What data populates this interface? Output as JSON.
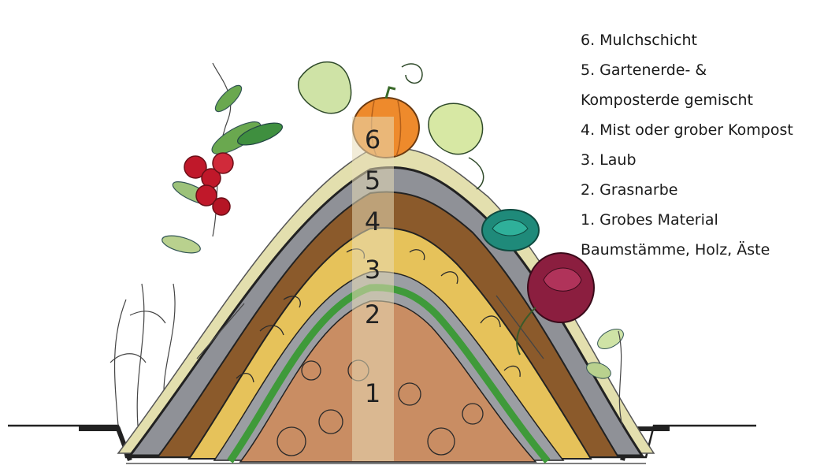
{
  "legend": {
    "items": [
      "6. Mulchschicht",
      "5. Gartenerde- &",
      "Komposterde gemischt",
      "4. Mist oder grober Kompost",
      "3. Laub",
      "2. Grasnarbe",
      "1. Grobes Material",
      "Baumstämme, Holz, Äste"
    ]
  },
  "layers": {
    "numbers": [
      "6",
      "5",
      "4",
      "3",
      "2",
      "1"
    ]
  },
  "colors": {
    "mulch": "#d8d59b",
    "soil_gray": "#8f9197",
    "manure_brown": "#8b5a2b",
    "leaves_yellow": "#e6c25a",
    "grass_green": "#3f9a3a",
    "wood_core": "#c98d63",
    "column": "#e8dcb8",
    "pumpkin": "#ee8a2c",
    "berries": "#c0182a",
    "rose": "#8b1e3f",
    "teal_flower": "#1f8a7a"
  }
}
